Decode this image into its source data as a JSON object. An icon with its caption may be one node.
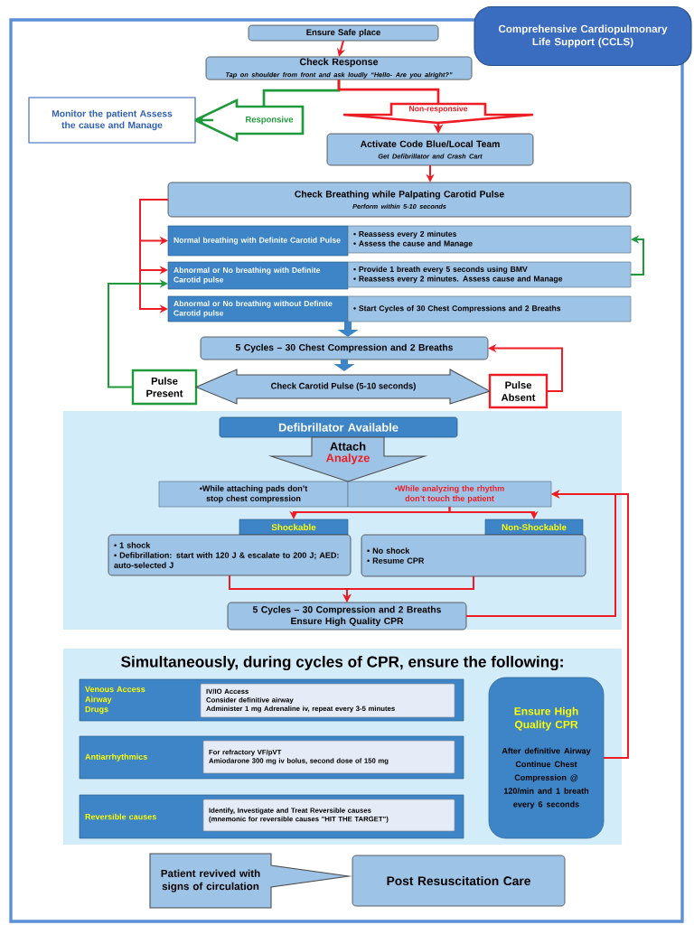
{
  "diagram": {
    "title": "Comprehensive Cardiopulmonary Life Support (CCLS)",
    "nodes": [
      {
        "text": [
          "Ensure Safe place"
        ]
      },
      {
        "text": [
          "Check Response",
          "Tap on shoulder from front and ask loudly “Hello- Are you alright?”"
        ]
      },
      {
        "text": [
          "Monitor the patient Assess the cause and Manage"
        ]
      },
      {
        "text": [
          "Activate  Code Blue/Local Team",
          "Get Defibrillator and Crash Cart"
        ]
      },
      {
        "text": [
          "Check Breathing  while Palpating Carotid Pulse",
          "Perform within 5-10 seconds"
        ]
      },
      {
        "text": [
          "Normal breathing with Definite Carotid Pulse"
        ]
      },
      {
        "text": [
          "• Reassess every 2 minutes",
          "• Assess the cause and Manage"
        ]
      },
      {
        "text": [
          "Abnormal or No breathing with Definite  Carotid pulse"
        ]
      },
      {
        "text": [
          "• Provide 1 breath every 5 seconds using BMV",
          "• Reassess  every 2 minutes. Assess cause and Manage"
        ]
      },
      {
        "text": [
          "Abnormal or No breathing without Definite Carotid pulse"
        ]
      },
      {
        "text": [
          "• Start Cycles of  30 Chest Compressions and 2 Breaths"
        ]
      },
      {
        "text": [
          "5 Cycles – 30  Chest Compression and 2 Breaths"
        ]
      },
      {
        "text": [
          "Pulse Present"
        ]
      },
      {
        "text": [
          "Pulse Absent"
        ]
      },
      {
        "text": [],
        "shape": "box"
      },
      {
        "text": [
          "Defibrillator Available"
        ],
        "in": 14
      },
      {
        "text": [
          "•While attaching pads don’t stop chest compression"
        ],
        "in": 14
      },
      {
        "text": [
          "•While analyzing the rhythm don’t touch the patient"
        ],
        "in": 14
      },
      {
        "text": [
          "Shockable"
        ],
        "in": 14
      },
      {
        "text": [
          "• 1 shock",
          "•  Defibrillation: start with 120 J & escalate to 200 J; AED: auto-selected J"
        ],
        "in": 14
      },
      {
        "text": [
          "Non-Shockable"
        ],
        "in": 14
      },
      {
        "text": [
          "• No shock",
          "• Resume CPR"
        ],
        "in": 14
      },
      {
        "text": [
          "5 Cycles – 30 Compression and 2 Breaths",
          "Ensure High Quality CPR"
        ],
        "in": 14
      },
      {
        "text": [
          "Simultaneously, during cycles of CPR,  ensure the following:"
        ]
      },
      {
        "text": [
          "Venous Access",
          "Airway",
          "Drugs"
        ],
        "in": 23
      },
      {
        "text": [
          "IV/IO Access",
          "Consider definitive airway",
          "Administer 1 mg Adrenaline iv, repeat every 3-5 minutes"
        ],
        "in": 24
      },
      {
        "text": [
          "Antiarrhythmics"
        ],
        "in": 23
      },
      {
        "text": [
          "For refractory VF/pVT",
          "Amiodarone 300 mg iv bolus, second dose of 150 mg"
        ],
        "in": 26
      },
      {
        "text": [
          "Reversible causes"
        ],
        "in": 23
      },
      {
        "text": [
          "Identify, Investigate and Treat Reversible causes",
          "(mnemonic for reversible causes \"HIT THE TARGET\")"
        ],
        "in": 28
      },
      {
        "text": [
          "Ensure High Quality CPR",
          "After definitive Airway Continue Chest  Compression @ 120/min and 1 breath every 6 seconds"
        ],
        "in": 23
      },
      {
        "text": [
          "Patient revived with signs of circulation"
        ]
      },
      {
        "text": [
          "Post  Resuscitation Care"
        ]
      }
    ],
    "edges": [
      {
        "from": 0,
        "to": 1,
        "arrow": "to"
      },
      {
        "from": 1,
        "to": 2,
        "arrow": "to",
        "label": "Responsive",
        "color": "#1f9a3a"
      },
      {
        "from": 1,
        "to": 3,
        "arrow": "to",
        "label": "Non-responsive"
      },
      {
        "from": 3,
        "to": 4,
        "arrow": "to"
      },
      {
        "from": 4,
        "to": 5,
        "arrow": "to"
      },
      {
        "from": 4,
        "to": 7,
        "arrow": "to"
      },
      {
        "from": 4,
        "to": 9,
        "arrow": "to"
      },
      {
        "from": 8,
        "to": 6,
        "arrow": "to",
        "color": "#1f9a3a"
      },
      {
        "from": 10,
        "to": 11,
        "arrow": "to",
        "style": "thick",
        "color": "#3d85c6"
      },
      {
        "from": 11,
        "to": null,
        "arrow": "to",
        "style": "thick",
        "color": "#3d85c6"
      },
      {
        "from": 12,
        "to": 7,
        "arrow": "to",
        "color": "#1f9a3a"
      },
      {
        "from": 13,
        "to": 11,
        "arrow": "to"
      },
      {
        "from": 12,
        "to": 13,
        "arrow": "both",
        "label": "Check Carotid Pulse (5-10 seconds)",
        "color": "#9dc3e6"
      },
      {
        "from": 15,
        "to": 16,
        "arrow": "to",
        "label": "Attach",
        "color": "#9dc3e6"
      },
      {
        "from": 17,
        "to": 18,
        "arrow": "to"
      },
      {
        "from": 17,
        "to": 20,
        "arrow": "to"
      },
      {
        "from": 19,
        "to": 22,
        "arrow": "to"
      },
      {
        "from": 21,
        "to": 22,
        "arrow": "to"
      },
      {
        "from": 22,
        "to": 17,
        "arrow": "to"
      },
      {
        "from": 30,
        "to": 17,
        "arrow": "to"
      }
    ],
    "labels": [
      "Analyze"
    ]
  }
}
